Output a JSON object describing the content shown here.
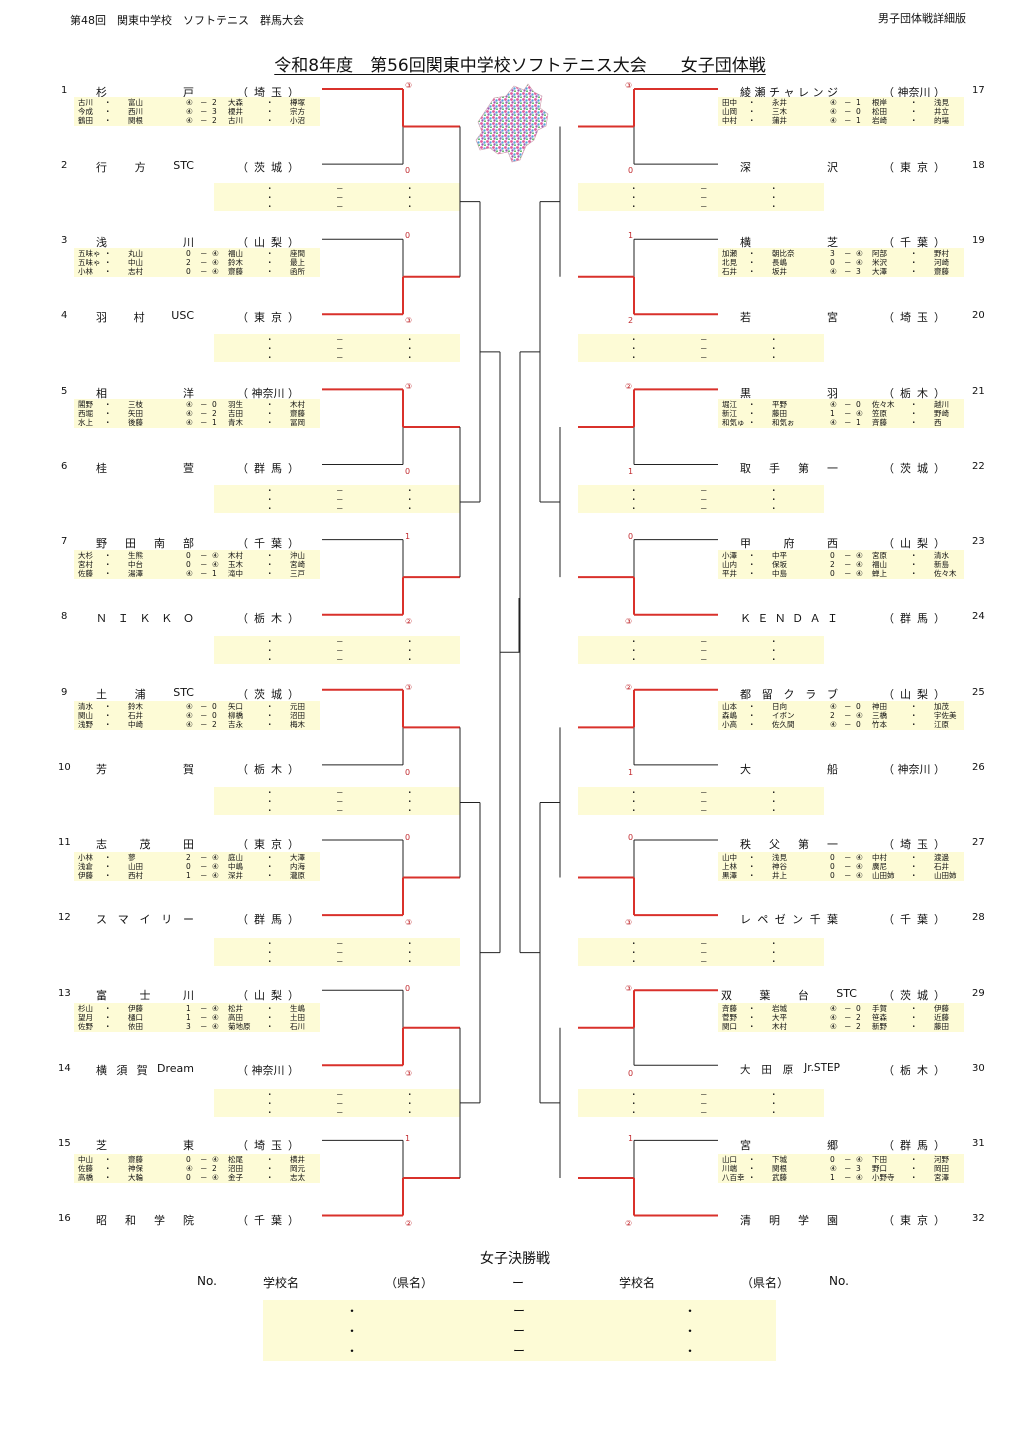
{
  "header": {
    "left": "第48回　関東中学校　ソフトテニス　群馬大会",
    "right": "男子団体戦詳細版"
  },
  "title": "令和8年度　第56回関東中学校ソフトテニス大会　　女子団体戦",
  "colors": {
    "winner_line": "#d9312b",
    "loser_line": "#222222",
    "box_fill": "#fdfbd6",
    "score_text": "#c0282d"
  },
  "left_teams": [
    {
      "num": "1",
      "name": [
        "杉",
        "戸"
      ],
      "pref": [
        "（",
        "埼",
        "玉",
        "）"
      ],
      "score": "③",
      "won": true
    },
    {
      "num": "2",
      "name": [
        "行",
        "方",
        "STC"
      ],
      "pref": [
        "（",
        "茨",
        "城",
        "）"
      ],
      "score": "0",
      "won": false
    },
    {
      "num": "3",
      "name": [
        "浅",
        "川"
      ],
      "pref": [
        "（",
        "山",
        "梨",
        "）"
      ],
      "score": "0",
      "won": false
    },
    {
      "num": "4",
      "name": [
        "羽",
        "村",
        "USC"
      ],
      "pref": [
        "（",
        "東",
        "京",
        "）"
      ],
      "score": "③",
      "won": true
    },
    {
      "num": "5",
      "name": [
        "相",
        "洋"
      ],
      "pref": [
        "（",
        "神奈川",
        "）"
      ],
      "score": "③",
      "won": true
    },
    {
      "num": "6",
      "name": [
        "桂",
        "萱"
      ],
      "pref": [
        "（",
        "群",
        "馬",
        "）"
      ],
      "score": "0",
      "won": false
    },
    {
      "num": "7",
      "name": [
        "野",
        "田",
        "南",
        "部"
      ],
      "pref": [
        "（",
        "千",
        "葉",
        "）"
      ],
      "score": "1",
      "won": false
    },
    {
      "num": "8",
      "name": [
        "Ｎ",
        "Ｉ",
        "Ｋ",
        "Ｋ",
        "Ｏ"
      ],
      "pref": [
        "（",
        "栃",
        "木",
        "）"
      ],
      "score": "②",
      "won": true
    },
    {
      "num": "9",
      "name": [
        "土",
        "浦",
        "STC"
      ],
      "pref": [
        "（",
        "茨",
        "城",
        "）"
      ],
      "score": "③",
      "won": true
    },
    {
      "num": "10",
      "name": [
        "芳",
        "賀"
      ],
      "pref": [
        "（",
        "栃",
        "木",
        "）"
      ],
      "score": "0",
      "won": false
    },
    {
      "num": "11",
      "name": [
        "志",
        "茂",
        "田"
      ],
      "pref": [
        "（",
        "東",
        "京",
        "）"
      ],
      "score": "0",
      "won": false
    },
    {
      "num": "12",
      "name": [
        "ス",
        "マ",
        "イ",
        "リ",
        "ー"
      ],
      "pref": [
        "（",
        "群",
        "馬",
        "）"
      ],
      "score": "③",
      "won": true
    },
    {
      "num": "13",
      "name": [
        "富",
        "士",
        "川"
      ],
      "pref": [
        "（",
        "山",
        "梨",
        "）"
      ],
      "score": "0",
      "won": false
    },
    {
      "num": "14",
      "name": [
        "横",
        "須",
        "賀",
        "Dream"
      ],
      "pref": [
        "（",
        "神奈川",
        "）"
      ],
      "score": "③",
      "won": true
    },
    {
      "num": "15",
      "name": [
        "芝",
        "東"
      ],
      "pref": [
        "（",
        "埼",
        "玉",
        "）"
      ],
      "score": "1",
      "won": false
    },
    {
      "num": "16",
      "name": [
        "昭",
        "和",
        "学",
        "院"
      ],
      "pref": [
        "（",
        "千",
        "葉",
        "）"
      ],
      "score": "②",
      "won": true
    }
  ],
  "right_teams": [
    {
      "num": "17",
      "name": [
        "綾",
        "瀬",
        "チ",
        "ャ",
        "レ",
        "ン",
        "ジ"
      ],
      "pref": [
        "（",
        "神奈川",
        "）"
      ],
      "score": "③",
      "won": true
    },
    {
      "num": "18",
      "name": [
        "深",
        "沢"
      ],
      "pref": [
        "（",
        "東",
        "京",
        "）"
      ],
      "score": "0",
      "won": false
    },
    {
      "num": "19",
      "name": [
        "横",
        "芝"
      ],
      "pref": [
        "（",
        "千",
        "葉",
        "）"
      ],
      "score": "1",
      "won": false
    },
    {
      "num": "20",
      "name": [
        "若",
        "宮"
      ],
      "pref": [
        "（",
        "埼",
        "玉",
        "）"
      ],
      "score": "2",
      "won": true
    },
    {
      "num": "21",
      "name": [
        "黒",
        "羽"
      ],
      "pref": [
        "（",
        "栃",
        "木",
        "）"
      ],
      "score": "②",
      "won": true
    },
    {
      "num": "22",
      "name": [
        "取",
        "手",
        "第",
        "一"
      ],
      "pref": [
        "（",
        "茨",
        "城",
        "）"
      ],
      "score": "1",
      "won": false
    },
    {
      "num": "23",
      "name": [
        "甲",
        "府",
        "西"
      ],
      "pref": [
        "（",
        "山",
        "梨",
        "）"
      ],
      "score": "0",
      "won": false
    },
    {
      "num": "24",
      "name": [
        "Ｋ",
        "Ｅ",
        "Ｎ",
        "Ｄ",
        "Ａ",
        "Ｉ"
      ],
      "pref": [
        "（",
        "群",
        "馬",
        "）"
      ],
      "score": "③",
      "won": true
    },
    {
      "num": "25",
      "name": [
        "都",
        "留",
        "ク",
        "ラ",
        "ブ"
      ],
      "pref": [
        "（",
        "山",
        "梨",
        "）"
      ],
      "score": "②",
      "won": true
    },
    {
      "num": "26",
      "name": [
        "大",
        "船"
      ],
      "pref": [
        "（",
        "神奈川",
        "）"
      ],
      "score": "1",
      "won": false
    },
    {
      "num": "27",
      "name": [
        "秩",
        "父",
        "第",
        "一"
      ],
      "pref": [
        "（",
        "埼",
        "玉",
        "）"
      ],
      "score": "0",
      "won": false
    },
    {
      "num": "28",
      "name": [
        "レ",
        "ペ",
        "ゼ",
        "ン",
        "千",
        "葉"
      ],
      "pref": [
        "（",
        "千",
        "葉",
        "）"
      ],
      "score": "③",
      "won": true
    },
    {
      "num": "29",
      "name": [
        "双",
        "葉",
        "台",
        "STC"
      ],
      "pref": [
        "（",
        "茨",
        "城",
        "）"
      ],
      "score": "③",
      "won": true
    },
    {
      "num": "30",
      "name": [
        "大",
        "田",
        "原",
        "Jr.STEP"
      ],
      "pref": [
        "（",
        "栃",
        "木",
        "）"
      ],
      "score": "0",
      "won": false
    },
    {
      "num": "31",
      "name": [
        "宮",
        "郷"
      ],
      "pref": [
        "（",
        "群",
        "馬",
        "）"
      ],
      "score": "1",
      "won": false
    },
    {
      "num": "32",
      "name": [
        "清",
        "明",
        "学",
        "園"
      ],
      "pref": [
        "（",
        "東",
        "京",
        "）"
      ],
      "score": "②",
      "won": true
    }
  ],
  "left_matches": [
    [
      [
        "古川",
        "・",
        "富山",
        "④",
        "－",
        "2",
        "大森",
        "・",
        "樽塚"
      ],
      [
        "今成",
        "・",
        "西川",
        "④",
        "－",
        "3",
        "榎井",
        "・",
        "宗方"
      ],
      [
        "鶴田",
        "・",
        "関根",
        "④",
        "－",
        "2",
        "古川",
        "・",
        "小沼"
      ]
    ],
    [
      [
        "五味ゃ",
        "・",
        "丸山",
        "0",
        "－",
        "④",
        "福山",
        "・",
        "座間"
      ],
      [
        "五味ゃ",
        "・",
        "中山",
        "2",
        "－",
        "④",
        "鈴木",
        "・",
        "最上"
      ],
      [
        "小林",
        "・",
        "志村",
        "0",
        "－",
        "④",
        "齋藤",
        "・",
        "函所"
      ]
    ],
    [
      [
        "閣野",
        "・",
        "三枝",
        "④",
        "－",
        "0",
        "羽生",
        "・",
        "木村"
      ],
      [
        "西堀",
        "・",
        "矢田",
        "④",
        "－",
        "2",
        "吉田",
        "・",
        "齋藤"
      ],
      [
        "水上",
        "・",
        "後藤",
        "④",
        "－",
        "1",
        "青木",
        "・",
        "冨岡"
      ]
    ],
    [
      [
        "大杉",
        "・",
        "生熊",
        "0",
        "－",
        "④",
        "木村",
        "・",
        "沖山"
      ],
      [
        "宮村",
        "・",
        "中台",
        "0",
        "－",
        "④",
        "玉木",
        "・",
        "宮崎"
      ],
      [
        "佐藤",
        "・",
        "湯澤",
        "④",
        "－",
        "1",
        "滝中",
        "・",
        "三戸"
      ]
    ],
    [
      [
        "清水",
        "・",
        "鈴木",
        "④",
        "－",
        "0",
        "矢口",
        "・",
        "元田"
      ],
      [
        "関山",
        "・",
        "石井",
        "④",
        "－",
        "0",
        "柳橋",
        "・",
        "沼田"
      ],
      [
        "浅野",
        "・",
        "中崎",
        "④",
        "－",
        "2",
        "吉永",
        "・",
        "梅木"
      ]
    ],
    [
      [
        "小林",
        "・",
        "蓼",
        "2",
        "－",
        "④",
        "庭山",
        "・",
        "大澤"
      ],
      [
        "浅倉",
        "・",
        "山田",
        "0",
        "－",
        "④",
        "中嶋",
        "・",
        "内海"
      ],
      [
        "伊藤",
        "・",
        "西村",
        "1",
        "－",
        "④",
        "深井",
        "・",
        "瀧原"
      ]
    ],
    [
      [
        "杉山",
        "・",
        "伊藤",
        "1",
        "－",
        "④",
        "松井",
        "・",
        "生嶋"
      ],
      [
        "望月",
        "・",
        "樋口",
        "1",
        "－",
        "④",
        "高田",
        "・",
        "土田"
      ],
      [
        "佐野",
        "・",
        "依田",
        "3",
        "－",
        "④",
        "菊地原",
        "・",
        "石川"
      ]
    ],
    [
      [
        "中山",
        "・",
        "齋藤",
        "0",
        "－",
        "④",
        "松尾",
        "・",
        "横井"
      ],
      [
        "佐藤",
        "・",
        "神保",
        "④",
        "－",
        "2",
        "沼田",
        "・",
        "岡元"
      ],
      [
        "高橋",
        "・",
        "大輪",
        "0",
        "－",
        "④",
        "金子",
        "・",
        "志太"
      ]
    ]
  ],
  "right_matches": [
    [
      [
        "田中",
        "・",
        "永井",
        "④",
        "－",
        "1",
        "根岸",
        "・",
        "浅見"
      ],
      [
        "山岡",
        "・",
        "三木",
        "④",
        "－",
        "0",
        "松田",
        "・",
        "井立"
      ],
      [
        "中村",
        "・",
        "蒲井",
        "④",
        "－",
        "1",
        "岩崎",
        "・",
        "的場"
      ]
    ],
    [
      [
        "加瀬",
        "・",
        "朝比奈",
        "3",
        "－",
        "④",
        "阿部",
        "・",
        "野村"
      ],
      [
        "北見",
        "・",
        "長嶋",
        "0",
        "－",
        "④",
        "米沢",
        "・",
        "河崎"
      ],
      [
        "石井",
        "・",
        "坂井",
        "④",
        "－",
        "3",
        "大澤",
        "・",
        "齋藤"
      ]
    ],
    [
      [
        "堀江",
        "・",
        "平野",
        "④",
        "－",
        "0",
        "佐々木",
        "・",
        "越川"
      ],
      [
        "新江",
        "・",
        "藤田",
        "1",
        "－",
        "④",
        "笠原",
        "・",
        "野崎"
      ],
      [
        "和気ゅ",
        "・",
        "和気ぉ",
        "④",
        "－",
        "1",
        "斉藤",
        "・",
        "西"
      ]
    ],
    [
      [
        "小澤",
        "・",
        "中平",
        "0",
        "－",
        "④",
        "宮原",
        "・",
        "清水"
      ],
      [
        "山内",
        "・",
        "保坂",
        "2",
        "－",
        "④",
        "福山",
        "・",
        "新島"
      ],
      [
        "平井",
        "・",
        "中島",
        "0",
        "－",
        "④",
        "蝉上",
        "・",
        "佐々木"
      ]
    ],
    [
      [
        "山本",
        "・",
        "日向",
        "④",
        "－",
        "0",
        "神田",
        "・",
        "加茂"
      ],
      [
        "森嶋",
        "・",
        "イボン",
        "2",
        "－",
        "④",
        "三橋",
        "・",
        "宇佐美"
      ],
      [
        "小高",
        "・",
        "佐久間",
        "④",
        "－",
        "0",
        "竹本",
        "・",
        "江原"
      ]
    ],
    [
      [
        "山中",
        "・",
        "浅見",
        "0",
        "－",
        "④",
        "中村",
        "・",
        "渡邊"
      ],
      [
        "上林",
        "・",
        "神谷",
        "0",
        "－",
        "④",
        "廣尼",
        "・",
        "石井"
      ],
      [
        "黒澤",
        "・",
        "井上",
        "0",
        "－",
        "④",
        "山田姉",
        "・",
        "山田姉"
      ]
    ],
    [
      [
        "斉藤",
        "・",
        "岩城",
        "④",
        "－",
        "0",
        "手賀",
        "・",
        "伊藤"
      ],
      [
        "菅野",
        "・",
        "大平",
        "④",
        "－",
        "2",
        "笹森",
        "・",
        "近藤"
      ],
      [
        "関口",
        "・",
        "木村",
        "④",
        "－",
        "2",
        "新野",
        "・",
        "藤田"
      ]
    ],
    [
      [
        "山口",
        "・",
        "下城",
        "0",
        "－",
        "④",
        "下田",
        "・",
        "河野"
      ],
      [
        "川端",
        "・",
        "関根",
        "④",
        "－",
        "3",
        "野口",
        "・",
        "岡田"
      ],
      [
        "八百幸",
        "・",
        "武藤",
        "1",
        "－",
        "④",
        "小野寺",
        "・",
        "宮澤"
      ]
    ]
  ],
  "empty_row": [
    "・",
    "－",
    "・"
  ],
  "final": {
    "title": "女子決勝戦",
    "headers": [
      "No.",
      "学校名",
      "（県名）",
      "ー",
      "学校名",
      "（県名）",
      "No."
    ],
    "rows": [
      [
        "・",
        "ー",
        "・"
      ],
      [
        "・",
        "ー",
        "・"
      ],
      [
        "・",
        "ー",
        "・"
      ]
    ]
  }
}
